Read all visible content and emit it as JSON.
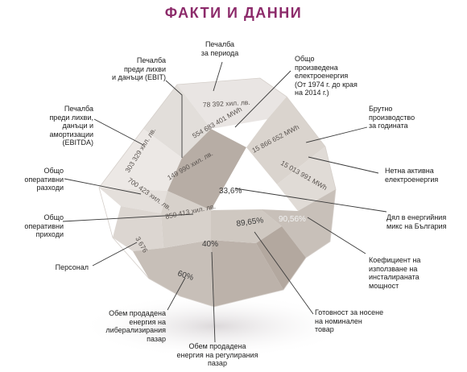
{
  "title": "ФАКТИ И ДАННИ",
  "labels": {
    "profit_period": "Печалба\nза периода",
    "ebit": "Печалба\nпреди лихви\nи данъци (EBIT)",
    "total_generated": "Общо\nпроизведена\nелектроенергия\n(От 1974 г. до края\nна 2014 г.)",
    "ebitda": "Печалба\nпреди лихви,\nданъци и\nамортизации\n(EBITDA)",
    "gross_production": "Брутно\nпроизводство\nза годината",
    "op_expenses": "Общо\nоперативни\nразходи",
    "net_active": "Нетна активна\nелектроенергия",
    "op_income": "Общо\nоперативни\nприходи",
    "share_mix": "Дял в енергийния\nмикс на България",
    "personnel": "Персонал",
    "capacity_factor": "Коефициент на\nизползване на\nинсталираната\nмощност",
    "liberalized": "Обем продадена\nенергия на\nлиберализирания\nпазар",
    "availability": "Готовност за носене\nна номинален\nтовар",
    "regulated": "Обем продадена\nенергия на регулирания\nпазар"
  },
  "values": {
    "profit_period": "78 392 хил. лв.",
    "total_generated": "554 683 401 MWh",
    "gross_production": "15 866 652 MWh",
    "ebitda": "303 329 хил. лв.",
    "ebit": "149 990 хил. лв.",
    "net_active": "15 013 991 MWh",
    "op_expenses": "700 423 хил. лв.",
    "share_mix": "33,6%",
    "op_income": "850 413 хил. лв.",
    "availability": "89,65%",
    "capacity_factor": "90,56%",
    "personnel": "3 676",
    "regulated": "40%",
    "liberalized": "60%"
  }
}
